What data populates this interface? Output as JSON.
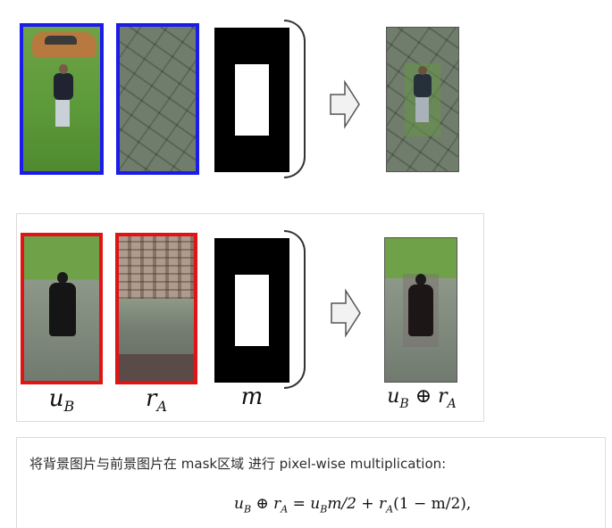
{
  "figure": {
    "labels": {
      "u_main": "u",
      "u_sub": "B",
      "r_main": "r",
      "r_sub": "A",
      "m": "m",
      "result_u": "u",
      "result_u_sub": "B",
      "oplus": "⊕",
      "result_r": "r",
      "result_r_sub": "A"
    },
    "colors": {
      "row1_border": "#1b1bea",
      "row2_border": "#e01414"
    },
    "icons": {
      "arrow": "right-arrow-icon"
    }
  },
  "caption": {
    "text": "将背景图片与前景图片在 mask区域 进行 pixel-wise multiplication:"
  },
  "equation": {
    "lhs_u": "u",
    "lhs_u_sub": "B",
    "oplus": "⊕",
    "lhs_r": "r",
    "lhs_r_sub": "A",
    "equals": "=",
    "rhs_u": "u",
    "rhs_u_sub": "B",
    "rhs_m1": "m/2 +",
    "rhs_r": "r",
    "rhs_r_sub": "A",
    "rhs_tail": "(1 − m/2),"
  }
}
